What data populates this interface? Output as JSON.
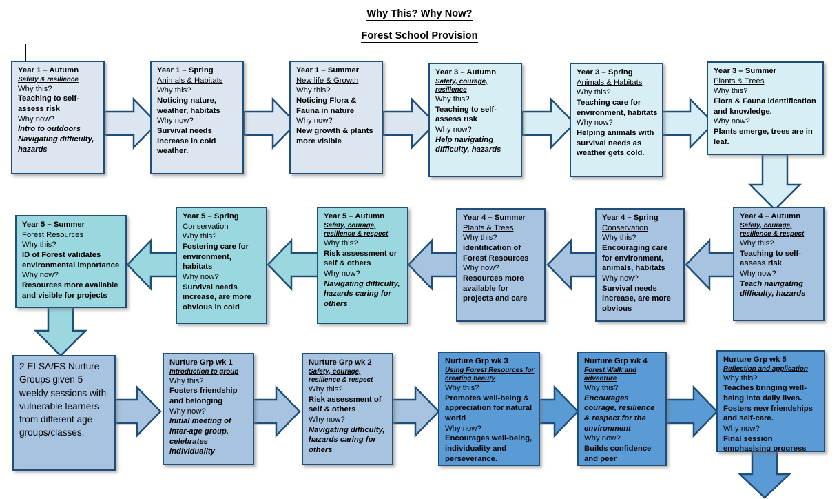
{
  "title": {
    "line1": "Why This? Why Now?",
    "line2": "Forest School Provision"
  },
  "colors": {
    "outline": "#1F4E79",
    "pale_steel": "#DCE6F1",
    "light_cyan": "#D7EEF4",
    "teal": "#9BD7DF",
    "steel_blue": "#A7C3E0",
    "strong_blue": "#5B9BD5"
  },
  "labels": {
    "why_this": "Why this?",
    "why_now": "Why now?"
  },
  "rows": [
    {
      "name": "row-1-top",
      "nodes": [
        {
          "id": "year1-autumn",
          "heading": "Year 1 – Autumn",
          "subtitle": "Safety & resilience",
          "why_this": "Why this?",
          "why_this_answer": "Teaching to self-assess risk",
          "why_now": "Why now?",
          "why_now_answer": "Intro to outdoors Navigating difficulty, hazards",
          "color": "pale_steel"
        },
        {
          "id": "year1-spring",
          "heading": "Year 1 – Spring",
          "subtitle": "Animals & Habitats",
          "why_this": "Why this?",
          "why_this_answer": "Noticing nature, weather, habitats",
          "why_now": "Why now?",
          "why_now_answer": "Survival needs increase in cold weather.",
          "color": "pale_steel"
        },
        {
          "id": "year1-summer",
          "heading": "Year 1 – Summer",
          "subtitle": "New life & Growth",
          "why_this": "Why this?",
          "why_this_answer": "Noticing Flora & Fauna in nature",
          "why_now": "Why now?",
          "why_now_answer": "New growth  & plants more visible",
          "color": "pale_steel"
        },
        {
          "id": "year3-autumn",
          "heading": "Year 3 – Autumn",
          "subtitle": "Safety, courage, resillence",
          "why_this": "Why this?",
          "why_this_answer": "Teaching to self-assess risk",
          "why_now": "Why now?",
          "why_now_answer": "Help navigating difficulty, hazards",
          "color": "light_cyan"
        },
        {
          "id": "year3-spring",
          "heading": "Year 3 – Spring",
          "subtitle": "Animals & Habitats",
          "why_this": "Why this?",
          "why_this_answer": "Teaching care for environment, habitats",
          "why_now": "Why now?",
          "why_now_answer": "Helping animals with survival needs as weather gets cold.",
          "color": "light_cyan"
        },
        {
          "id": "year3-summer",
          "heading": "Year 3 – Summer",
          "subtitle": "Plants & Trees",
          "why_this": "Why this?",
          "why_this_answer": "Flora & Fauna identification and knowledge.",
          "why_now": "Why now?",
          "why_now_answer": "Plants emerge, trees are in leaf.",
          "color": "light_cyan"
        }
      ]
    },
    {
      "name": "row-2-middle",
      "nodes": [
        {
          "id": "year5-summer",
          "heading": "Year 5 – Summer",
          "subtitle": "Forest Resources",
          "why_this": "Why this?",
          "why_this_answer": "ID of Forest validates environmental importance",
          "why_now": "Why now?",
          "why_now_answer": "Resources more available and visible for projects",
          "color": "teal"
        },
        {
          "id": "year5-spring",
          "heading": "Year 5 – Spring",
          "subtitle": "Conservation",
          "why_this": "Why this?",
          "why_this_answer": "Fostering care for environment, habitats",
          "why_now": "Why now?",
          "why_now_answer": "Survival needs increase, are more obvious in cold",
          "color": "teal"
        },
        {
          "id": "year5-autumn",
          "heading": "Year 5 – Autumn",
          "subtitle": "Safety, courage, resillence & respect",
          "why_this": "Why this?",
          "why_this_answer": "Risk assessment or self & others",
          "why_now": "Why now?",
          "why_now_answer": "Navigating difficulty, hazards caring for others",
          "color": "teal"
        },
        {
          "id": "year4-summer",
          "heading": "Year 4 – Summer",
          "subtitle": "Plants & Trees",
          "why_this": "Why this?",
          "why_this_answer": "identification of Forest Resources",
          "why_now": "Why now?",
          "why_now_answer": "Resources more available for projects and care",
          "color": "steel_blue"
        },
        {
          "id": "year4-spring",
          "heading": "Year 4 – Spring",
          "subtitle": "Conservation",
          "why_this": "Why this?",
          "why_this_answer": "Encouraging care for environment, animals, habitats",
          "why_now": "Why now?",
          "why_now_answer": "Survival needs increase, are more obvious",
          "color": "steel_blue"
        },
        {
          "id": "year4-autumn",
          "heading": "Year 4 – Autumn",
          "subtitle": "Safety, courage, resillence & respect",
          "why_this": "Why this?",
          "why_this_answer": "Teaching to self-assess risk",
          "why_now": "Why now?",
          "why_now_answer": "Teach navigating difficulty, hazards",
          "color": "steel_blue"
        }
      ]
    },
    {
      "name": "row-3-bottom",
      "nodes": [
        {
          "id": "elsa-nurture-groups",
          "heading": "",
          "body": "2 ELSA/FS Nurture Groups given 5 weekly sessions with vulnerable learners from different age groups/classes.",
          "color": "steel_blue"
        },
        {
          "id": "nurture-wk1",
          "heading": "Nurture Grp wk 1",
          "subtitle": "Introduction to group",
          "why_this": "Why this?",
          "why_this_answer": "Fosters friendship and belonging",
          "why_now": "Why now?",
          "why_now_answer": "Initial meeting of inter-age group, celebrates individuality",
          "color": "steel_blue"
        },
        {
          "id": "nurture-wk2",
          "heading": "Nurture Grp wk 2",
          "subtitle": "Safety, courage, resillence & respect",
          "why_this": "Why this?",
          "why_this_answer": "Risk assessment of self & others",
          "why_now": "Why now?",
          "why_now_answer": "Navigating difficulty, hazards caring for others",
          "color": "steel_blue"
        },
        {
          "id": "nurture-wk3",
          "heading": "Nurture Grp wk 3",
          "subtitle": "Using Forest Resources for creating beauty",
          "why_this": "Why this?",
          "why_this_answer": "Promotes well-being & appreciation for natural world",
          "why_now": "Why now?",
          "why_now_answer": "Encourages well-being, individuality and perseverance.",
          "color": "strong_blue"
        },
        {
          "id": "nurture-wk4",
          "heading": "Nurture Grp wk 4",
          "subtitle": "Forest Walk and adventure",
          "why_this": "Why this?",
          "why_this_answer": "Encourages  courage, resilience & respect for the environment",
          "why_now": "Why now?",
          "why_now_answer": "Builds confidence and peer cooperation",
          "color": "strong_blue"
        },
        {
          "id": "nurture-wk5",
          "heading": "Nurture Grp wk 5",
          "subtitle": "Reflection and application",
          "why_this": "Why this?",
          "why_this_answer": "Teaches bringing well-being into daily lives. Fosters new friendships and self-care.",
          "why_now": "Why now?",
          "why_now_answer": "Final session emphasising progress and hope.",
          "color": "strong_blue"
        }
      ]
    }
  ],
  "connectors": [
    {
      "id": "arrow-r1-1",
      "direction": "right"
    },
    {
      "id": "arrow-r1-2",
      "direction": "right"
    },
    {
      "id": "arrow-r1-3",
      "direction": "right"
    },
    {
      "id": "arrow-r1-4",
      "direction": "right"
    },
    {
      "id": "arrow-r1-5",
      "direction": "right"
    },
    {
      "id": "arrow-down-r1-r2",
      "direction": "down"
    },
    {
      "id": "arrow-r2-1",
      "direction": "left"
    },
    {
      "id": "arrow-r2-2",
      "direction": "left"
    },
    {
      "id": "arrow-r2-3",
      "direction": "left"
    },
    {
      "id": "arrow-r2-4",
      "direction": "left"
    },
    {
      "id": "arrow-r2-5",
      "direction": "left"
    },
    {
      "id": "arrow-down-r2-r3",
      "direction": "down"
    },
    {
      "id": "arrow-r3-1",
      "direction": "right"
    },
    {
      "id": "arrow-r3-2",
      "direction": "right"
    },
    {
      "id": "arrow-r3-3",
      "direction": "right"
    },
    {
      "id": "arrow-r3-4",
      "direction": "right"
    },
    {
      "id": "arrow-r3-5",
      "direction": "right"
    },
    {
      "id": "arrow-exit-bottom",
      "direction": "down"
    }
  ]
}
